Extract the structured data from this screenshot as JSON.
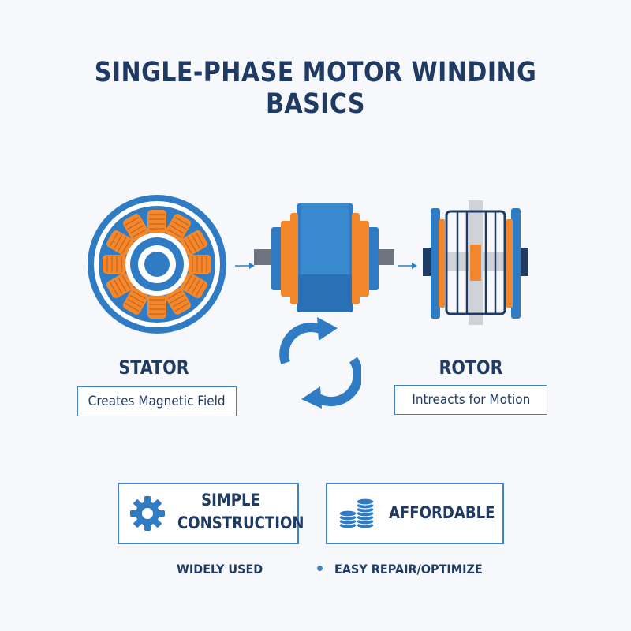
{
  "title": "SINGLE-PHASE MOTOR WINDING BASICS",
  "stator": {
    "label": "STATOR",
    "caption": "Creates Magnetic Field"
  },
  "rotor": {
    "label": "ROTOR",
    "caption": "Intreacts for Motion"
  },
  "features": [
    {
      "line1": "SIMPLE",
      "line2": "CONSTRUCTION",
      "icon": "gear-icon"
    },
    {
      "label": "AFFORDABLE",
      "icon": "coins-icon"
    }
  ],
  "bottom_points": [
    "WIDELY USED",
    "EASY REPAIR/OPTIMIZE"
  ],
  "colors": {
    "blue": "#2f7cc4",
    "dark_blue": "#1f3b63",
    "orange": "#f2872c",
    "border": "#3f84c6"
  }
}
